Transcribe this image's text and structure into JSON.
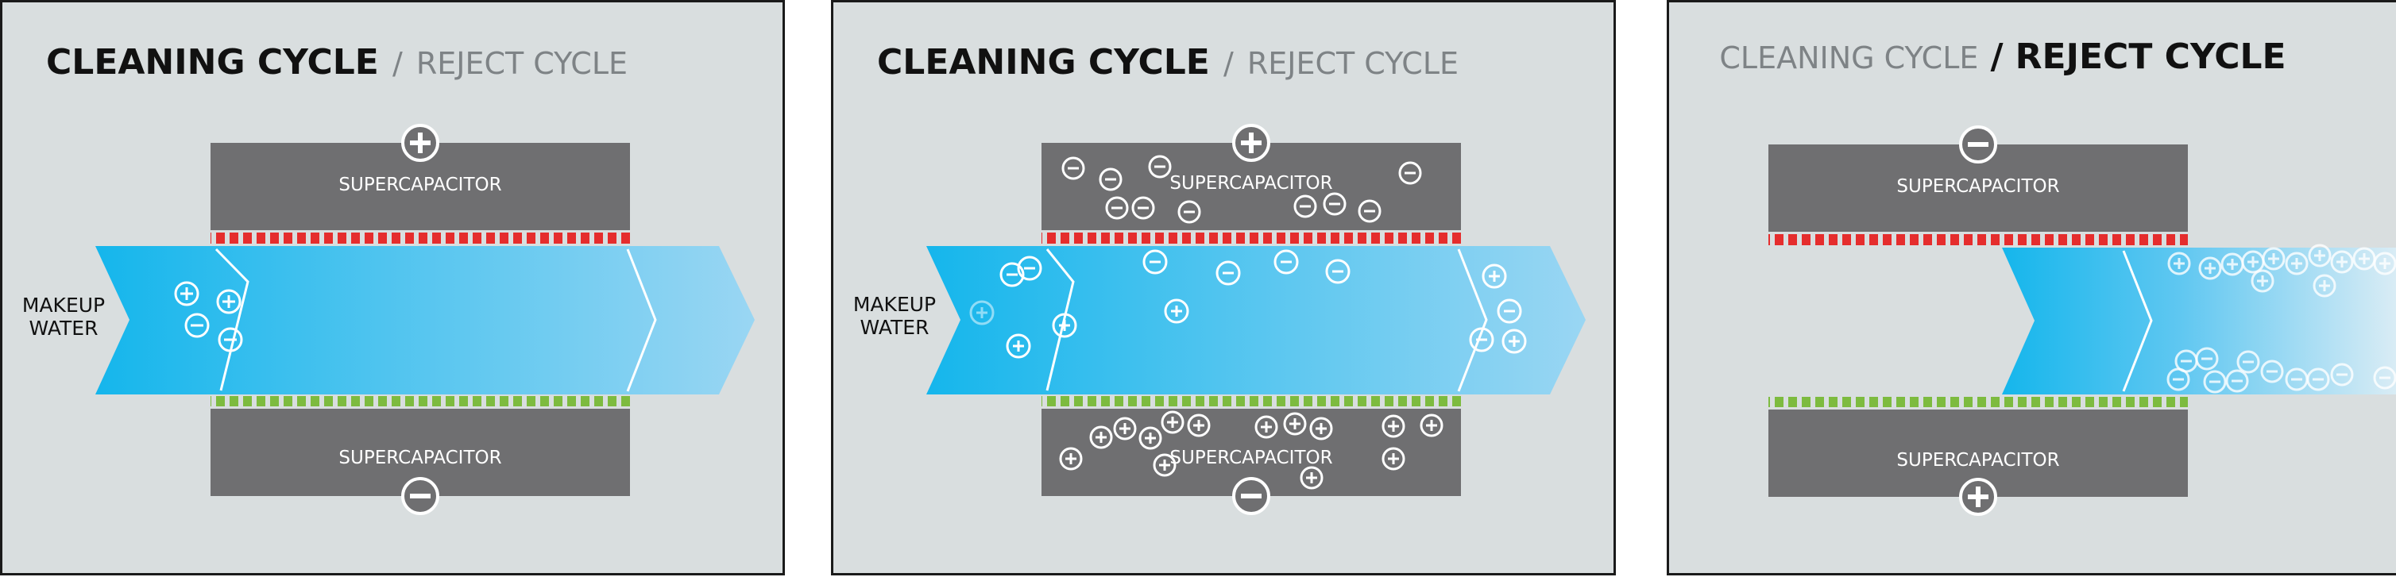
{
  "colors": {
    "panel_bg": "#d9dedf",
    "panel_border": "#1a1a1a",
    "capacitor": "#6f6f71",
    "red_strip": "#e52d2d",
    "green_strip": "#7dbb3f",
    "water_start": "#15b6ec",
    "water_end": "#9ad6f3",
    "ion_stroke": "#ffffff"
  },
  "panels": [
    {
      "title_bold": "CLEANING CYCLE",
      "title_sep": "/",
      "title_light": "REJECT CYCLE",
      "top_cap": {
        "label": "SUPERCAPACITOR",
        "terminal": "plus-icon"
      },
      "bottom_cap": {
        "label": "SUPERCAPACITOR",
        "terminal": "minus-icon"
      },
      "inlet_label_1": "MAKEUP",
      "inlet_label_2": "WATER"
    },
    {
      "title_bold": "CLEANING CYCLE",
      "title_sep": "/",
      "title_light": "REJECT CYCLE",
      "top_cap": {
        "label": "SUPERCAPACITOR",
        "terminal": "plus-icon"
      },
      "bottom_cap": {
        "label": "SUPERCAPACITOR",
        "terminal": "minus-icon"
      },
      "inlet_label_1": "MAKEUP",
      "inlet_label_2": "WATER"
    },
    {
      "title_light": "CLEANING CYCLE",
      "title_sep": "/",
      "title_bold": "REJECT CYCLE",
      "top_cap": {
        "label": "SUPERCAPACITOR",
        "terminal": "minus-icon"
      },
      "bottom_cap": {
        "label": "SUPERCAPACITOR",
        "terminal": "plus-icon"
      }
    }
  ]
}
